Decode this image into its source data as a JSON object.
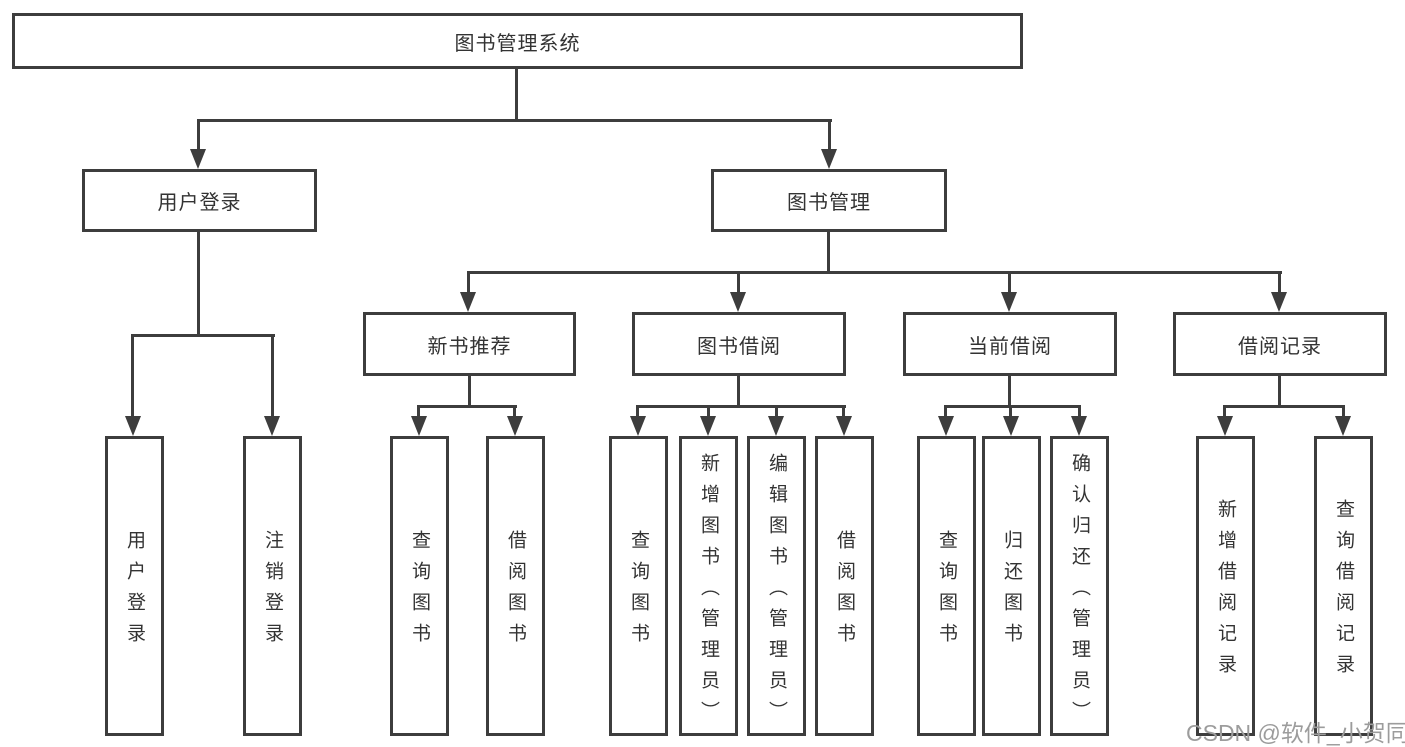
{
  "colors": {
    "line": "#3d3d3d",
    "text": "#333333",
    "watermark": "#9c9c9c",
    "background": "#ffffff"
  },
  "tree": {
    "root": "图书管理系统",
    "branches": [
      {
        "label": "用户登录",
        "children": [
          "用户登录",
          "注销登录"
        ]
      },
      {
        "label": "图书管理",
        "groups": [
          {
            "label": "新书推荐",
            "children": [
              "查询图书",
              "借阅图书"
            ]
          },
          {
            "label": "图书借阅",
            "children": [
              "查询图书",
              "新增图书（管理员）",
              "编辑图书（管理员）",
              "借阅图书"
            ]
          },
          {
            "label": "当前借阅",
            "children": [
              "查询图书",
              "归还图书",
              "确认归还（管理员）"
            ]
          },
          {
            "label": "借阅记录",
            "children": [
              "新增借阅记录",
              "查询借阅记录"
            ]
          }
        ]
      }
    ]
  },
  "watermark": {
    "text": "CSDN @软件_小贺同学"
  }
}
